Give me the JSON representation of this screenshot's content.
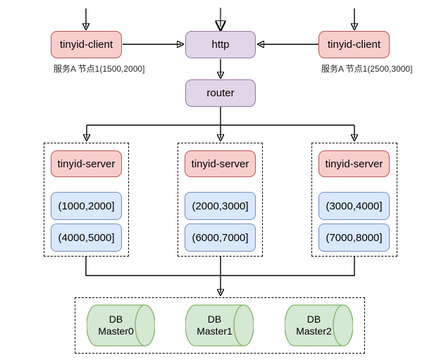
{
  "clients": [
    {
      "label": "tinyid-client",
      "note": "服务A 节点1(1500,2000]"
    },
    {
      "label": "tinyid-client",
      "note": "服务A 节点1(2500,3000]"
    }
  ],
  "gateway": {
    "label": "http"
  },
  "router": {
    "label": "router"
  },
  "servers": [
    {
      "label": "tinyid-server",
      "segments": [
        "(1000,2000]",
        "(4000,5000]"
      ]
    },
    {
      "label": "tinyid-server",
      "segments": [
        "(2000,3000]",
        "(6000,7000]"
      ]
    },
    {
      "label": "tinyid-server",
      "segments": [
        "(3000,4000]",
        "(7000,8000]"
      ]
    }
  ],
  "databases": [
    {
      "line1": "DB",
      "line2": "Master0"
    },
    {
      "line1": "DB",
      "line2": "Master1"
    },
    {
      "line1": "DB",
      "line2": "Master2"
    }
  ],
  "palette": {
    "client_fill": "#f8cecc",
    "client_stroke": "#b85450",
    "http_fill": "#e1d5e7",
    "http_stroke": "#9673a6",
    "segment_fill": "#dae8fc",
    "segment_stroke": "#6c8ebf",
    "db_fill": "#d5e8d4",
    "db_stroke": "#82b366",
    "line": "#000000"
  }
}
